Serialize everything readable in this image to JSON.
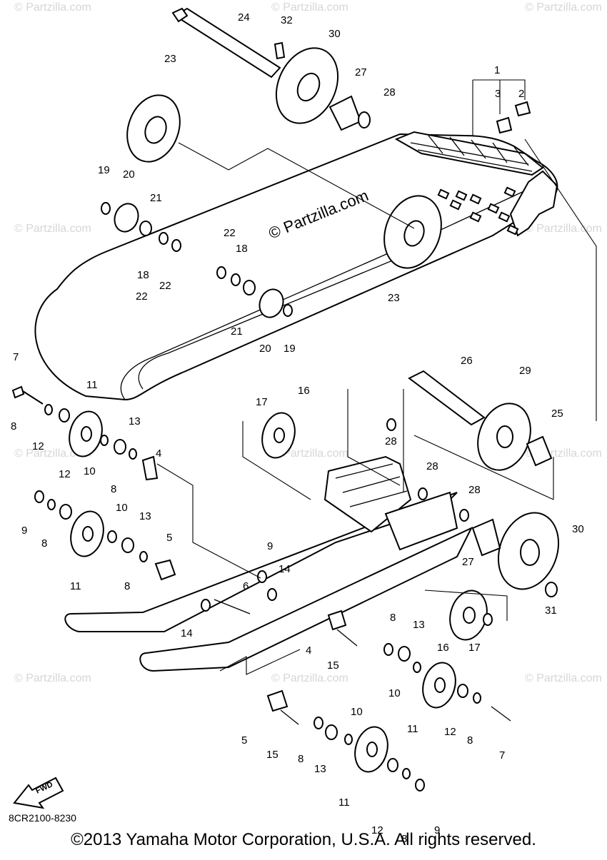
{
  "watermark": {
    "text": "© Partzilla.com",
    "center_text": "© Partzilla.com"
  },
  "diagram": {
    "code": "8CR2100-8230",
    "fwd_label": "FWD",
    "callouts": [
      "1",
      "2",
      "3",
      "4",
      "5",
      "6",
      "7",
      "8",
      "9",
      "10",
      "11",
      "12",
      "13",
      "14",
      "15",
      "16",
      "17",
      "18",
      "19",
      "20",
      "21",
      "22",
      "23",
      "24",
      "25",
      "26",
      "27",
      "28",
      "29",
      "30",
      "31",
      "32"
    ]
  },
  "footer": {
    "copyright": "©2013  Yamaha Motor Corporation, U.S.A. All rights reserved."
  }
}
